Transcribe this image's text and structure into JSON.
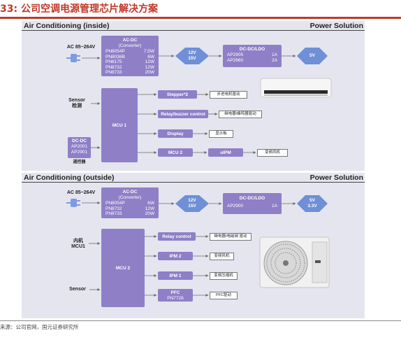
{
  "figure_title": "33: 公司空调电源管理芯片解决方案",
  "source": "来源：公司官网，国元证券研究所",
  "inside": {
    "title": "Air  Conditioning (inside)",
    "power_solution": "Power Solution",
    "ac_input": "AC 85~264V",
    "acdc": {
      "title": "AC-DC",
      "subtitle": "(Converter)",
      "rows": [
        {
          "part": "PN8054P",
          "power": "7.5W"
        },
        {
          "part": "PN8036B",
          "power": "6W"
        },
        {
          "part": "PN8175",
          "power": "12W"
        },
        {
          "part": "PN8732",
          "power": "12W"
        },
        {
          "part": "PN8733",
          "power": "20W"
        }
      ]
    },
    "rail1": {
      "line1": "12V",
      "line2": "15V"
    },
    "dcdc": {
      "title": "DC-DC/LDO",
      "rows": [
        {
          "part": "AP2905",
          "current": "1A"
        },
        {
          "part": "AP2960",
          "current": "2A"
        }
      ]
    },
    "rail2": "5V",
    "sensor": {
      "en": "Sensor",
      "cn": "检测"
    },
    "mcu": "MCU 1",
    "remote": {
      "title": "DC-DC",
      "parts": [
        "AP2001",
        "AP2901"
      ],
      "label": "遥控器"
    },
    "blocks": [
      {
        "label": "Stepper*2",
        "out": "步进电机驱动"
      },
      {
        "label": "Relay/buzzer control",
        "out": "继电器/蜂鸣器驱动"
      },
      {
        "label": "Display",
        "out": "显示板"
      },
      {
        "label": "MCU 2",
        "mid": "uIPM",
        "out": "变频风机"
      }
    ]
  },
  "outside": {
    "title": "Air  Conditioning (outside)",
    "power_solution": "Power Solution",
    "ac_input": "AC 85~264V",
    "acdc": {
      "title": "AC-DC",
      "subtitle": "(Converter)",
      "rows": [
        {
          "part": "PN8054P",
          "power": "6W"
        },
        {
          "part": "PN8732",
          "power": "12W"
        },
        {
          "part": "PN8733",
          "power": "20W"
        }
      ]
    },
    "rail1": {
      "line1": "12V",
      "line2": "15V"
    },
    "dcdc": {
      "title": "DC-DC/LDO",
      "rows": [
        {
          "part": "AP2900",
          "current": "1A"
        }
      ]
    },
    "rail2": {
      "line1": "5V",
      "line2": "3.3V"
    },
    "inner_mcu": {
      "cn": "内机",
      "en": "MCU1"
    },
    "sensor": "Sensor",
    "mcu": "MCU 2",
    "blocks": [
      {
        "label": "Relay control",
        "out": "继电器/电磁阀 驱动"
      },
      {
        "label": "IPM 2",
        "out": "变频风机"
      },
      {
        "label": "IPM 1",
        "out": "变频压缩机"
      },
      {
        "label": "PFC",
        "sub": "PN7726",
        "out": "PFC驱动"
      }
    ]
  },
  "colors": {
    "title_red": "#c0392b",
    "panel_bg": "#e4e5ef",
    "block_purple": "#8f7fc7",
    "arrow_blue": "#6f8fd6"
  }
}
